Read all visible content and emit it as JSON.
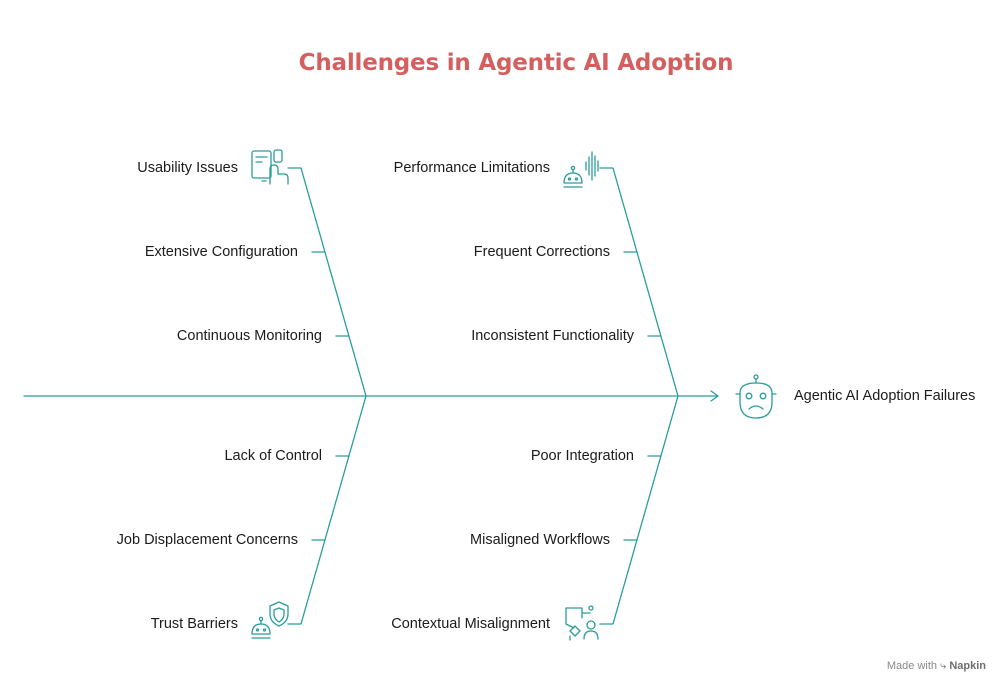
{
  "title": "Challenges in Agentic AI Adoption",
  "effect": "Agentic AI Adoption Failures",
  "causes": {
    "upper_left": [
      "Usability Issues",
      "Extensive Configuration",
      "Continuous Monitoring"
    ],
    "upper_right": [
      "Performance Limitations",
      "Frequent Corrections",
      "Inconsistent Functionality"
    ],
    "lower_left": [
      "Lack of Control",
      "Job Displacement Concerns",
      "Trust Barriers"
    ],
    "lower_right": [
      "Poor Integration",
      "Misaligned Workflows",
      "Contextual Misalignment"
    ]
  },
  "icons": {
    "usability": "tablet-touch-icon",
    "performance": "robot-soundwave-icon",
    "trust": "robot-shield-icon",
    "contextual": "tablet-person-icon",
    "effect": "sad-robot-icon"
  },
  "footer": {
    "prefix": "Made with",
    "brand": "Napkin"
  },
  "colors": {
    "line": "#2a9d9a",
    "title": "#d35f5f",
    "text": "#1b1b1b"
  }
}
